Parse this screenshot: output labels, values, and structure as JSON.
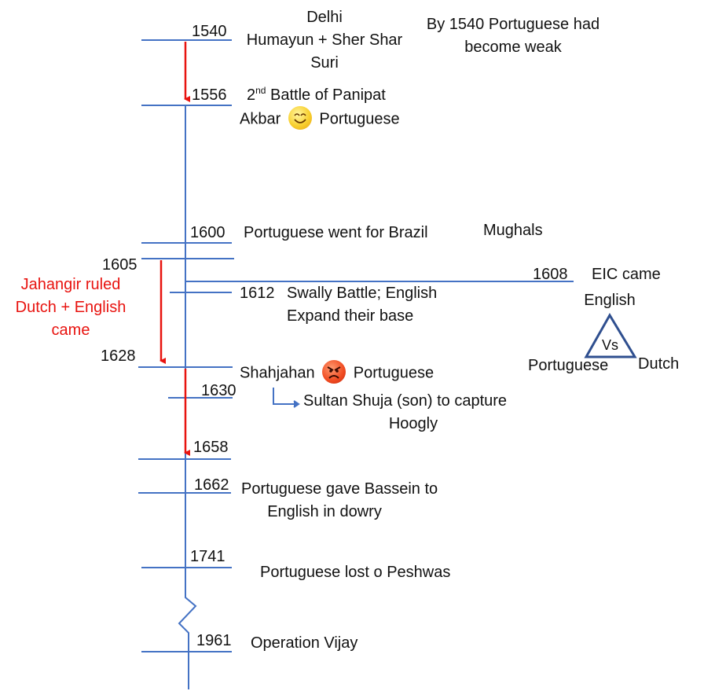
{
  "timeline": {
    "years": {
      "y1540": "1540",
      "y1556": "1556",
      "y1600": "1600",
      "y1605": "1605",
      "y1608": "1608",
      "y1612": "1612",
      "y1628": "1628",
      "y1630": "1630",
      "y1658": "1658",
      "y1662": "1662",
      "y1741": "1741",
      "y1961": "1961"
    },
    "events": {
      "delhi": "Delhi",
      "humayun": "Humayun + Sher Shar",
      "suri": "Suri",
      "portuguese_weak_1": "By 1540 Portuguese had",
      "portuguese_weak_2": "become weak",
      "panipat_prefix": "2",
      "panipat_sup": "nd",
      "panipat_rest": " Battle of Panipat",
      "akbar": "Akbar",
      "akbar_portuguese": "Portuguese",
      "brazil": "Portuguese went for Brazil",
      "mughals": "Mughals",
      "jahangir_1": "Jahangir ruled",
      "jahangir_2": "Dutch + English",
      "jahangir_3": "came",
      "eic": "EIC came",
      "swally_1": "Swally Battle; English",
      "swally_2": "Expand their base",
      "shahjahan": "Shahjahan",
      "shahjahan_portuguese": "Portuguese",
      "shuja_1": "Sultan Shuja (son) to capture",
      "shuja_2": "Hoogly",
      "bassein_1": "Portuguese gave Bassein to",
      "bassein_2": "English in dowry",
      "peshwas": "Portuguese lost o Peshwas",
      "vijay": "Operation Vijay"
    },
    "triangle": {
      "top": "English",
      "left": "Portuguese",
      "right": "Dutch",
      "center": "Vs"
    }
  },
  "colors": {
    "timeline": "#4472c4",
    "arrow": "#e8130f",
    "triangle": "#2f4f8f"
  },
  "icons": {
    "akbar_emoji": "smiling-face-icon",
    "shahjahan_emoji": "angry-face-icon"
  }
}
